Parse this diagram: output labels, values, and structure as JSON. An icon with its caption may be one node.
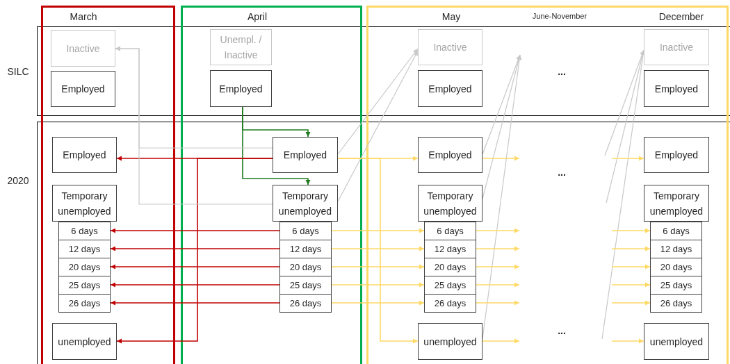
{
  "diagram": {
    "nodes": [
      {
        "text": [
          "Inactive"
        ]
      },
      {
        "text": [
          "Employed"
        ]
      },
      {
        "text": [
          "Unempl. / Inactive"
        ]
      },
      {
        "text": [
          "Employed"
        ]
      },
      {
        "text": [
          "Inactive"
        ]
      },
      {
        "text": [
          "Employed"
        ]
      },
      {
        "text": [
          "Inactive"
        ]
      },
      {
        "text": [
          "Employed"
        ]
      },
      {
        "text": [
          "Employed"
        ]
      },
      {
        "text": [
          "Temporary unemployed"
        ]
      },
      {
        "text": [
          "6 days"
        ]
      },
      {
        "text": [
          "12 days"
        ]
      },
      {
        "text": [
          "20 days"
        ]
      },
      {
        "text": [
          "25 days"
        ]
      },
      {
        "text": [
          "26 days"
        ]
      },
      {
        "text": [
          "unemployed"
        ]
      },
      {
        "text": [
          "Employed"
        ]
      },
      {
        "text": [
          "Temporary unemployed"
        ]
      },
      {
        "text": [
          "6 days"
        ]
      },
      {
        "text": [
          "12 days"
        ]
      },
      {
        "text": [
          "20 days"
        ]
      },
      {
        "text": [
          "25 days"
        ]
      },
      {
        "text": [
          "26 days"
        ]
      },
      {
        "text": [
          "Employed"
        ]
      },
      {
        "text": [
          "Temporary unemployed"
        ]
      },
      {
        "text": [
          "6 days"
        ]
      },
      {
        "text": [
          "12 days"
        ]
      },
      {
        "text": [
          "20 days"
        ]
      },
      {
        "text": [
          "25 days"
        ]
      },
      {
        "text": [
          "26 days"
        ]
      },
      {
        "text": [
          "unemployed"
        ]
      },
      {
        "text": [
          "Employed"
        ]
      },
      {
        "text": [
          "Temporary unemployed"
        ]
      },
      {
        "text": [
          "6 days"
        ]
      },
      {
        "text": [
          "12 days"
        ]
      },
      {
        "text": [
          "20 days"
        ]
      },
      {
        "text": [
          "25 days"
        ]
      },
      {
        "text": [
          "26 days"
        ]
      },
      {
        "text": [
          "unemployed"
        ]
      }
    ],
    "edges": [
      {
        "from": 3,
        "to": 16,
        "arrow": "to",
        "color": "#1e7b1e"
      },
      {
        "from": 3,
        "to": 17,
        "arrow": "to",
        "color": "#1e7b1e"
      },
      {
        "from": 16,
        "to": 8,
        "arrow": "to",
        "color": "#c00000"
      },
      {
        "from": 16,
        "to": 15,
        "arrow": "to",
        "color": "#c00000"
      },
      {
        "from": 18,
        "to": 10,
        "arrow": "to",
        "color": "#c00000"
      },
      {
        "from": 19,
        "to": 11,
        "arrow": "to",
        "color": "#c00000"
      },
      {
        "from": 20,
        "to": 12,
        "arrow": "to",
        "color": "#c00000"
      },
      {
        "from": 21,
        "to": 13,
        "arrow": "to",
        "color": "#c00000"
      },
      {
        "from": 22,
        "to": 14,
        "arrow": "to",
        "color": "#c00000"
      },
      {
        "from": 16,
        "to": 0,
        "arrow": "to",
        "color": "#c8c8c8"
      },
      {
        "from": 17,
        "to": 0,
        "arrow": "to",
        "color": "#c8c8c8"
      },
      {
        "from": 16,
        "to": 4,
        "arrow": "to",
        "color": "#c8c8c8"
      },
      {
        "from": 17,
        "to": 4,
        "arrow": "to",
        "color": "#c8c8c8"
      },
      {
        "from": 23,
        "to": null,
        "arrow": "to",
        "color": "#c8c8c8"
      },
      {
        "from": 24,
        "to": null,
        "arrow": "to",
        "color": "#c8c8c8"
      },
      {
        "from": 30,
        "to": null,
        "arrow": "to",
        "color": "#c8c8c8"
      },
      {
        "from": null,
        "to": 6,
        "arrow": "to",
        "color": "#c8c8c8"
      },
      {
        "from": null,
        "to": 6,
        "arrow": "to",
        "color": "#c8c8c8"
      },
      {
        "from": null,
        "to": 6,
        "arrow": "to",
        "color": "#c8c8c8"
      },
      {
        "from": 16,
        "to": 23,
        "arrow": "to"
      },
      {
        "from": 16,
        "to": 30,
        "arrow": "to"
      },
      {
        "from": 18,
        "to": 25,
        "arrow": "to"
      },
      {
        "from": 19,
        "to": 26,
        "arrow": "to"
      },
      {
        "from": 20,
        "to": 27,
        "arrow": "to"
      },
      {
        "from": 21,
        "to": 28,
        "arrow": "to"
      },
      {
        "from": 22,
        "to": 29,
        "arrow": "to"
      },
      {
        "from": 23,
        "to": null,
        "arrow": "to"
      },
      {
        "from": 25,
        "to": null,
        "arrow": "to"
      },
      {
        "from": 26,
        "to": null,
        "arrow": "to"
      },
      {
        "from": 27,
        "to": null,
        "arrow": "to"
      },
      {
        "from": 28,
        "to": null,
        "arrow": "to"
      },
      {
        "from": 29,
        "to": null,
        "arrow": "to"
      },
      {
        "from": 30,
        "to": null,
        "arrow": "to"
      },
      {
        "from": null,
        "to": 31,
        "arrow": "to"
      },
      {
        "from": null,
        "to": 33,
        "arrow": "to"
      },
      {
        "from": null,
        "to": 34,
        "arrow": "to"
      },
      {
        "from": null,
        "to": 35,
        "arrow": "to"
      },
      {
        "from": null,
        "to": 36,
        "arrow": "to"
      },
      {
        "from": null,
        "to": 37,
        "arrow": "to"
      },
      {
        "from": null,
        "to": 38,
        "arrow": "to"
      }
    ],
    "labels": [
      "March",
      "April",
      "May",
      "June-November",
      "December",
      "SILC",
      "...",
      "2020",
      "...",
      "..."
    ]
  }
}
